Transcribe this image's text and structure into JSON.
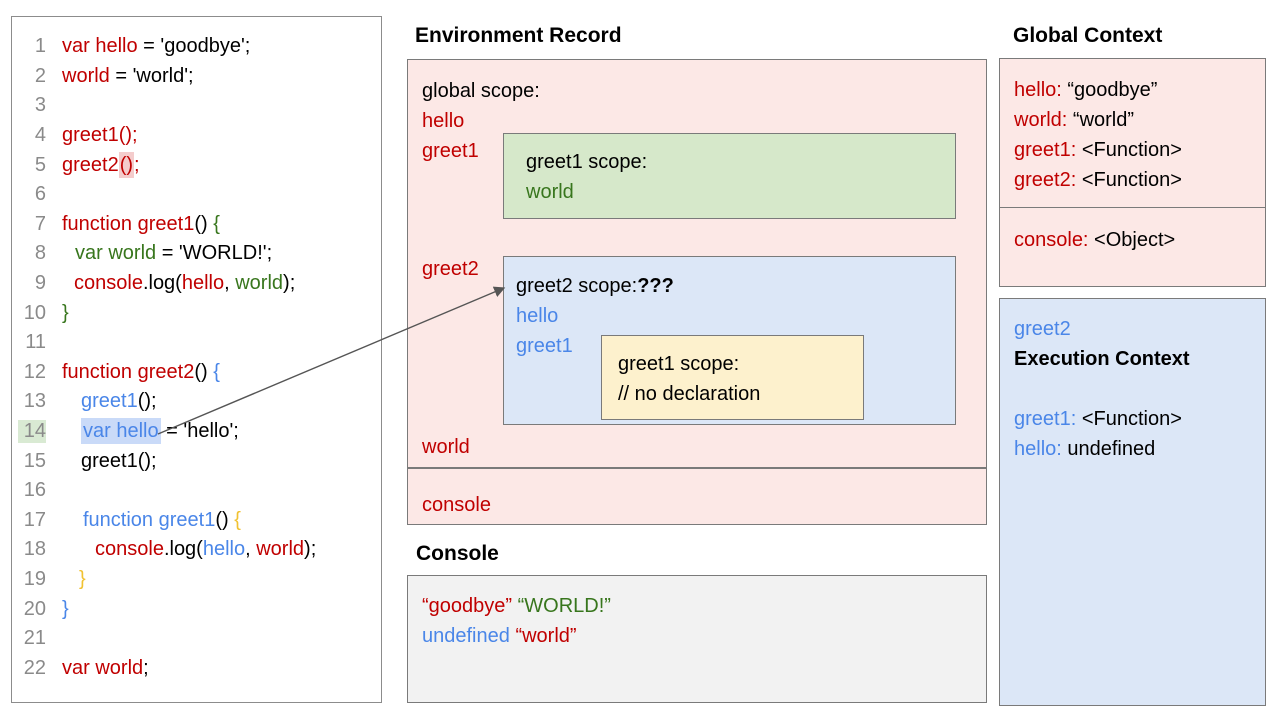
{
  "titles": {
    "environment_record": "Environment Record",
    "console": "Console",
    "global_context": "Global Context"
  },
  "colors": {
    "keyword_red": "#c00000",
    "scope_green": "#38761d",
    "scope_blue": "#4a86e8",
    "brace_amber": "#f1c232",
    "box_pink": "#fce8e6",
    "box_green": "#d6e8ca",
    "box_blue": "#dce7f7",
    "box_yellow": "#fdf1cd",
    "console_gray": "#f2f2f2",
    "highlight_blue": "#c9daf8",
    "highlight_green": "#d9ead3",
    "highlight_pink": "#f4cccc"
  },
  "code_panel": {
    "lines": [
      {
        "n": "1",
        "indent": 0,
        "segs": [
          {
            "t": "var hello",
            "c": "red"
          },
          {
            "t": " = 'goodbye';",
            "c": "black"
          }
        ]
      },
      {
        "n": "2",
        "indent": 0,
        "segs": [
          {
            "t": "world",
            "c": "red"
          },
          {
            "t": " = 'world';",
            "c": "black"
          }
        ]
      },
      {
        "n": "3",
        "indent": 0,
        "segs": []
      },
      {
        "n": "4",
        "indent": 0,
        "segs": [
          {
            "t": "greet1();",
            "c": "red"
          }
        ]
      },
      {
        "n": "5",
        "indent": 0,
        "segs": [
          {
            "t": "greet2",
            "c": "red"
          },
          {
            "t": "()",
            "c": "red",
            "hl": "pink"
          },
          {
            "t": ";",
            "c": "red"
          }
        ]
      },
      {
        "n": "6",
        "indent": 0,
        "segs": []
      },
      {
        "n": "7",
        "indent": 0,
        "segs": [
          {
            "t": "function greet1",
            "c": "red"
          },
          {
            "t": "() ",
            "c": "black"
          },
          {
            "t": "{",
            "c": "green"
          }
        ]
      },
      {
        "n": "8",
        "indent": 13,
        "segs": [
          {
            "t": "var world",
            "c": "green"
          },
          {
            "t": " = 'WORLD!';",
            "c": "black"
          }
        ]
      },
      {
        "n": "9",
        "indent": 12,
        "segs": [
          {
            "t": "console",
            "c": "red"
          },
          {
            "t": ".log(",
            "c": "black"
          },
          {
            "t": "hello",
            "c": "red"
          },
          {
            "t": ", ",
            "c": "black"
          },
          {
            "t": "world",
            "c": "green"
          },
          {
            "t": ");",
            "c": "black"
          }
        ]
      },
      {
        "n": "10",
        "indent": 0,
        "segs": [
          {
            "t": "}",
            "c": "green"
          }
        ]
      },
      {
        "n": "11",
        "indent": 0,
        "segs": []
      },
      {
        "n": "12",
        "indent": 0,
        "segs": [
          {
            "t": "function greet2",
            "c": "red"
          },
          {
            "t": "() ",
            "c": "black"
          },
          {
            "t": "{",
            "c": "blue"
          }
        ]
      },
      {
        "n": "13",
        "indent": 19,
        "segs": [
          {
            "t": "greet1",
            "c": "blue"
          },
          {
            "t": "();",
            "c": "black"
          }
        ]
      },
      {
        "n": "14",
        "indent": 19,
        "num_hl": true,
        "segs": [
          {
            "t": "var hello",
            "c": "blue",
            "hl": "blue"
          },
          {
            "t": " = 'hello';",
            "c": "black"
          }
        ]
      },
      {
        "n": "15",
        "indent": 19,
        "segs": [
          {
            "t": "greet1();",
            "c": "black"
          }
        ]
      },
      {
        "n": "16",
        "indent": 0,
        "segs": []
      },
      {
        "n": "17",
        "indent": 21,
        "segs": [
          {
            "t": "function greet1",
            "c": "blue"
          },
          {
            "t": "() ",
            "c": "black"
          },
          {
            "t": "{",
            "c": "amber"
          }
        ]
      },
      {
        "n": "18",
        "indent": 33,
        "segs": [
          {
            "t": "console",
            "c": "red"
          },
          {
            "t": ".log(",
            "c": "black"
          },
          {
            "t": "hello",
            "c": "blue"
          },
          {
            "t": ", ",
            "c": "black"
          },
          {
            "t": "world",
            "c": "red"
          },
          {
            "t": ");",
            "c": "black"
          }
        ]
      },
      {
        "n": "19",
        "indent": 17,
        "segs": [
          {
            "t": "}",
            "c": "amber"
          }
        ]
      },
      {
        "n": "20",
        "indent": 0,
        "segs": [
          {
            "t": "}",
            "c": "blue"
          }
        ]
      },
      {
        "n": "21",
        "indent": 0,
        "segs": []
      },
      {
        "n": "22",
        "indent": 0,
        "segs": [
          {
            "t": "var world",
            "c": "red"
          },
          {
            "t": ";",
            "c": "black"
          }
        ]
      }
    ]
  },
  "environment_record": {
    "global_scope_head": [
      [
        {
          "t": "global scope:",
          "c": "black"
        }
      ],
      [
        {
          "t": "hello",
          "c": "red"
        }
      ],
      [
        {
          "t": "greet1",
          "c": "red"
        }
      ]
    ],
    "greet2_label": [
      [
        {
          "t": "greet2",
          "c": "red"
        }
      ]
    ],
    "world_label": [
      [
        {
          "t": "world",
          "c": "red"
        }
      ]
    ],
    "greet1_scope": [
      [
        {
          "t": "greet1 scope:",
          "c": "black"
        }
      ],
      [
        {
          "t": "world",
          "c": "green"
        }
      ]
    ],
    "greet2_scope": [
      [
        {
          "t": "greet2 scope:",
          "c": "black"
        },
        {
          "t": "???",
          "c": "black",
          "b": true
        }
      ],
      [
        {
          "t": "hello",
          "c": "blue"
        }
      ],
      [
        {
          "t": "greet1",
          "c": "blue"
        }
      ]
    ],
    "greet1_inner_scope": [
      [
        {
          "t": "greet1 scope:",
          "c": "black"
        }
      ],
      [
        {
          "t": "// no declaration",
          "c": "black"
        }
      ]
    ],
    "console_row": [
      [
        {
          "t": "console",
          "c": "red"
        }
      ]
    ]
  },
  "console_output": {
    "lines": [
      [
        {
          "t": "“goodbye”",
          "c": "red"
        },
        {
          "t": " ",
          "c": "black"
        },
        {
          "t": "“WORLD!”",
          "c": "green"
        }
      ],
      [
        {
          "t": "undefined",
          "c": "blue"
        },
        {
          "t": " ",
          "c": "black"
        },
        {
          "t": "“world”",
          "c": "red"
        }
      ]
    ]
  },
  "global_context": {
    "variables": [
      [
        {
          "t": "hello:",
          "c": "red"
        },
        {
          "t": " “goodbye”",
          "c": "black"
        }
      ],
      [
        {
          "t": "world:",
          "c": "red"
        },
        {
          "t": " “world”",
          "c": "black"
        }
      ],
      [
        {
          "t": "greet1:",
          "c": "red"
        },
        {
          "t": " <Function>",
          "c": "black"
        }
      ],
      [
        {
          "t": "greet2:",
          "c": "red"
        },
        {
          "t": " <Function>",
          "c": "black"
        }
      ]
    ],
    "objects": [
      [
        {
          "t": "console:",
          "c": "red"
        },
        {
          "t": " <Object>",
          "c": "black"
        }
      ]
    ]
  },
  "execution_context": {
    "lines": [
      [
        {
          "t": "greet2",
          "c": "blue"
        }
      ],
      [
        {
          "t": "Execution Context",
          "c": "black",
          "b": true
        }
      ],
      [],
      [
        {
          "t": "greet1:",
          "c": "blue"
        },
        {
          "t": " <Function>",
          "c": "black"
        }
      ],
      [
        {
          "t": "hello:",
          "c": "blue"
        },
        {
          "t": " undefined",
          "c": "black"
        }
      ]
    ]
  }
}
